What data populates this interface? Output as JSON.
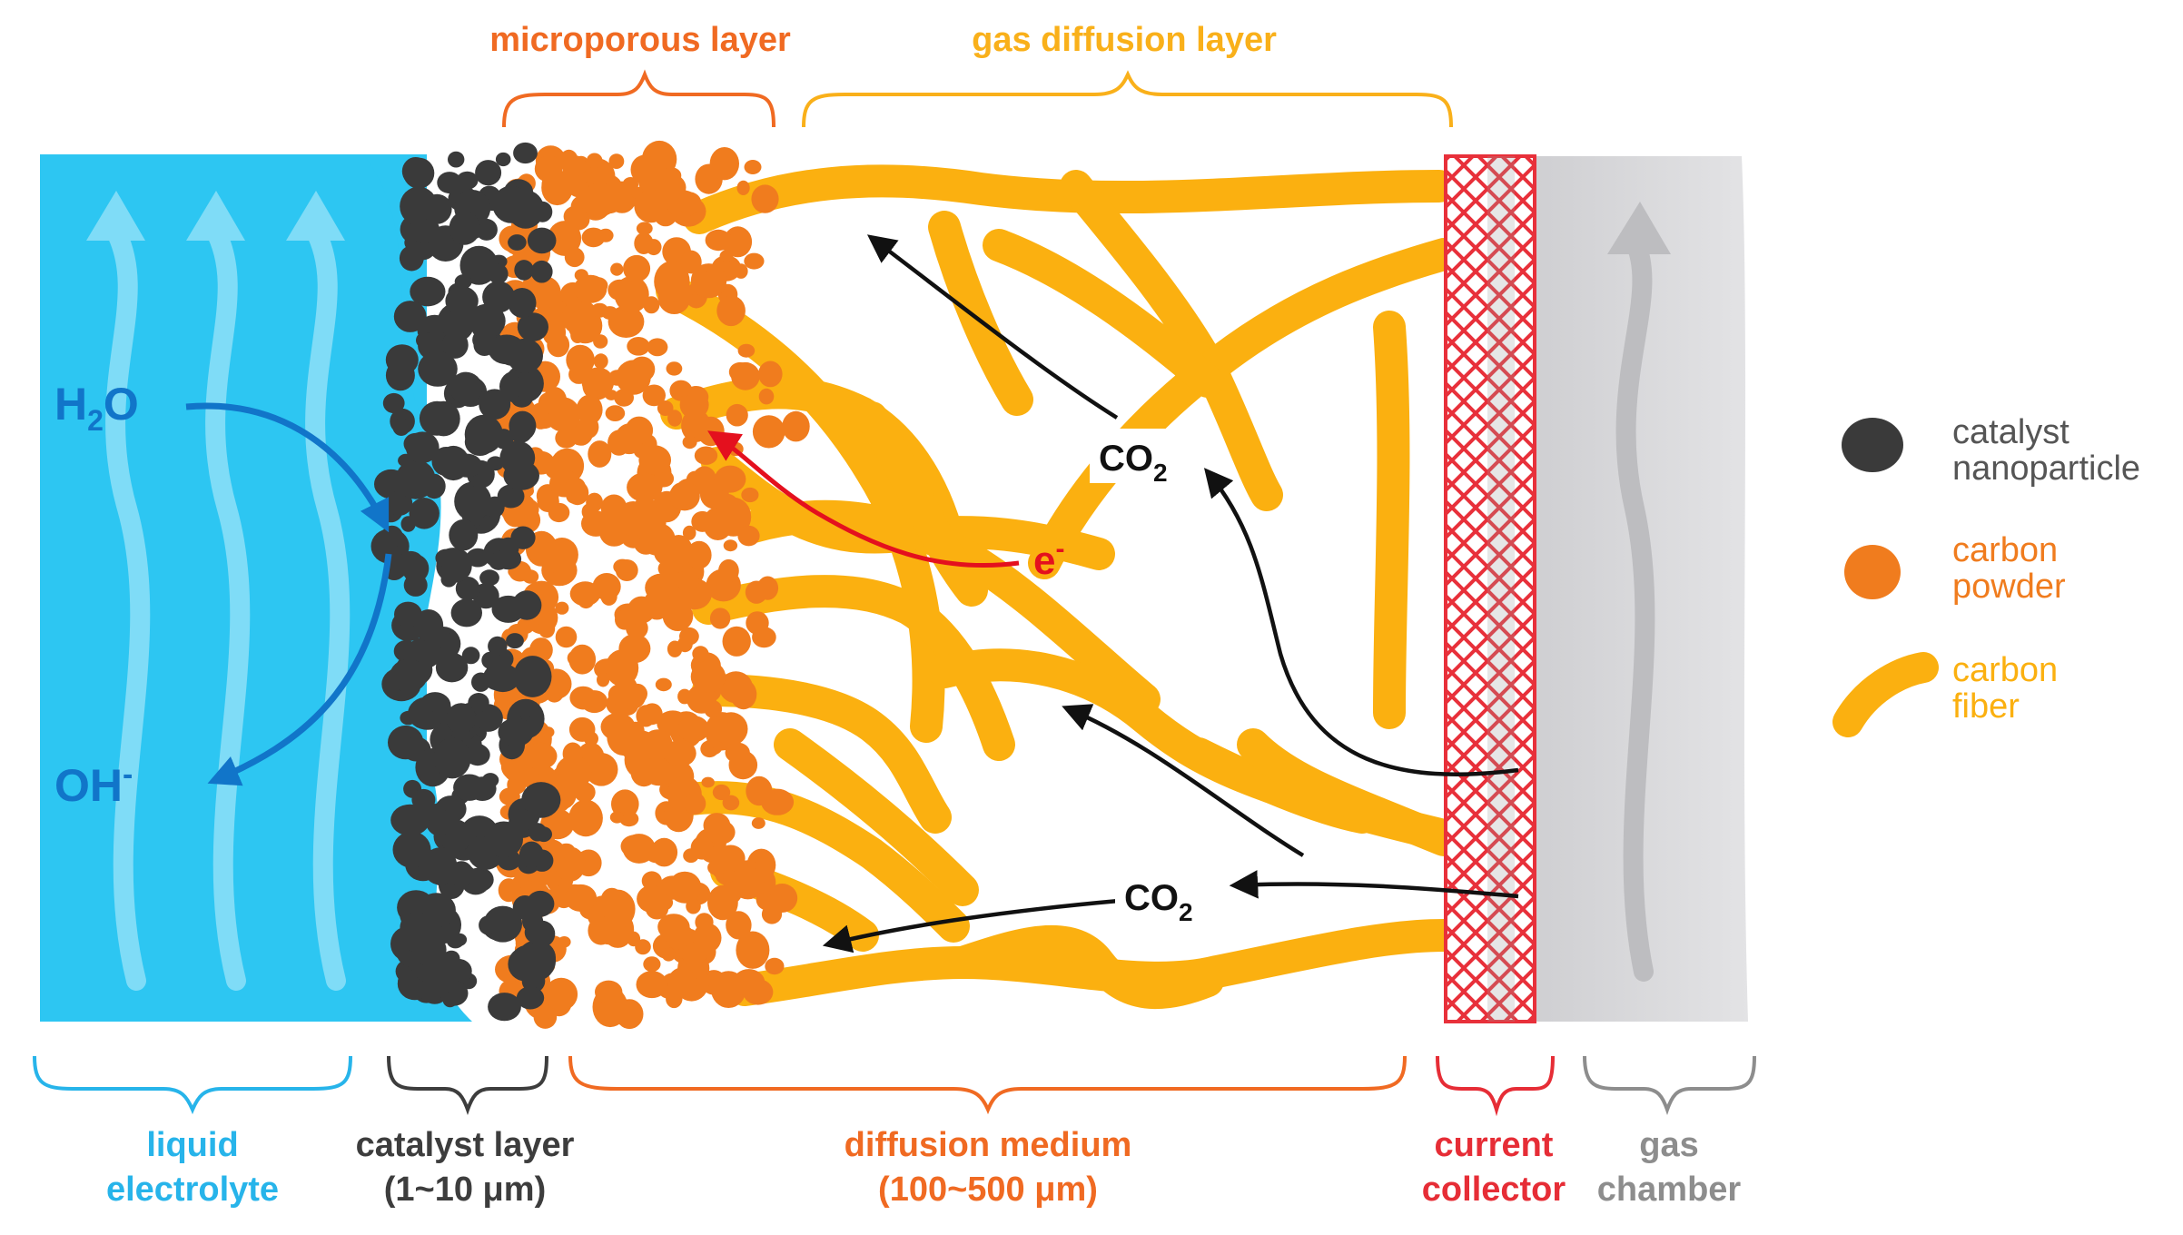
{
  "top_labels": {
    "microporous": "microporous layer",
    "gdl": "gas diffusion layer"
  },
  "bottom_labels": {
    "liquid_1": "liquid",
    "liquid_2": "electrolyte",
    "catalyst_1": "catalyst layer",
    "catalyst_2": "(1~10 μm)",
    "diffusion_1": "diffusion medium",
    "diffusion_2": "(100~500 μm)",
    "current_1": "current",
    "current_2": "collector",
    "gas_1": "gas",
    "gas_2": "chamber"
  },
  "species": {
    "h2o_main": "H",
    "h2o_sub": "2",
    "h2o_tail": "O",
    "oh_main": "OH",
    "oh_sup": "-",
    "co2_main": "CO",
    "co2_sub": "2",
    "electron_main": "e",
    "electron_sup": "-"
  },
  "legend": [
    {
      "line1": "catalyst",
      "line2": "nanoparticle",
      "icon": "catalyst-nanoparticle-icon",
      "color": "#3a3a3a"
    },
    {
      "line1": "carbon",
      "line2": "powder",
      "icon": "carbon-powder-icon",
      "color": "#f07c1e"
    },
    {
      "line1": "carbon",
      "line2": "fiber",
      "icon": "carbon-fiber-icon",
      "color": "#fbb010"
    }
  ],
  "colors": {
    "electrolyte": "#2dc6f2",
    "electrolyte_flow": "#7fdcf7",
    "arrow_blue": "#1175c9",
    "catalyst": "#3a3a3a",
    "carbon_powder": "#f07c1e",
    "carbon_fiber": "#fbb010",
    "collector": "#e8303a",
    "gas_chamber": "#d8d8da",
    "label_blue": "#27b4ea",
    "label_dark": "#3d3d3d",
    "label_orange": "#f06a22",
    "label_yellow": "#f9b01a",
    "label_red": "#e62d36",
    "label_grey": "#8d8d8d",
    "electron_red": "#e4101e"
  }
}
